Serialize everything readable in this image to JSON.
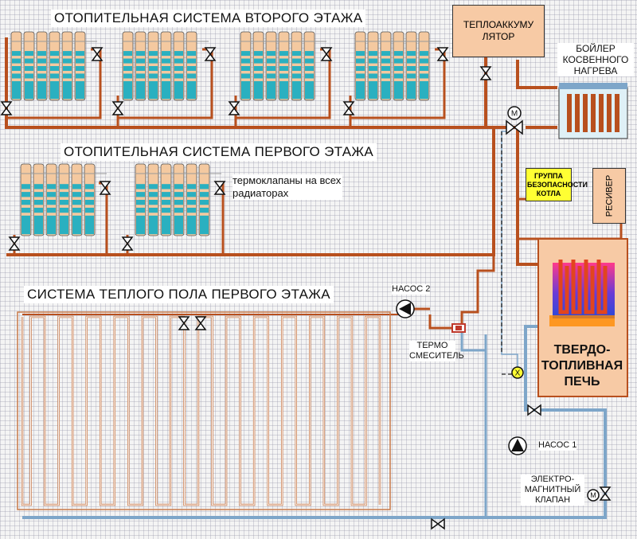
{
  "titles": {
    "second_floor": "ОТОПИТЕЛЬНАЯ СИСТЕМА ВТОРОГО ЭТАЖА",
    "first_floor": "ОТОПИТЕЛЬНАЯ СИСТЕМА ПЕРВОГО ЭТАЖА",
    "floor_heating": "СИСТЕМА ТЕПЛОГО ПОЛА ПЕРВОГО ЭТАЖА"
  },
  "labels": {
    "accumulator": "ТЕПЛОАККУМУ ЛЯТОР",
    "boiler": "БОЙЛЕР КОСВЕННОГО НАГРЕВА",
    "safety_group": "ГРУППА БЕЗОПАСНОСТИ КОТЛА",
    "receiver": "РЕСИВЕР",
    "thermovalves": "термоклапаны на всех радиаторах",
    "pump2": "НАСОС 2",
    "pump1": "НАСОС 1",
    "thermomixer": "ТЕРМО СМЕСИТЕЛЬ",
    "solenoid_valve": "ЭЛЕКТРО- МАГНИТНЫЙ КЛАПАН",
    "furnace": "ТВЕРДО- ТОПЛИВНАЯ ПЕЧЬ",
    "motor_symbol": "M",
    "cross_symbol": "X"
  },
  "colors": {
    "hot_pipe": "#b8501e",
    "cold_pipe": "#7ea6c9",
    "radiator_fill": "#f4c9a0",
    "radiator_stripe": "#2ab0c0",
    "furnace_fill": "#f7caa5",
    "safety_fill": "#ffff33",
    "floor_loop": "#c87a4a"
  }
}
